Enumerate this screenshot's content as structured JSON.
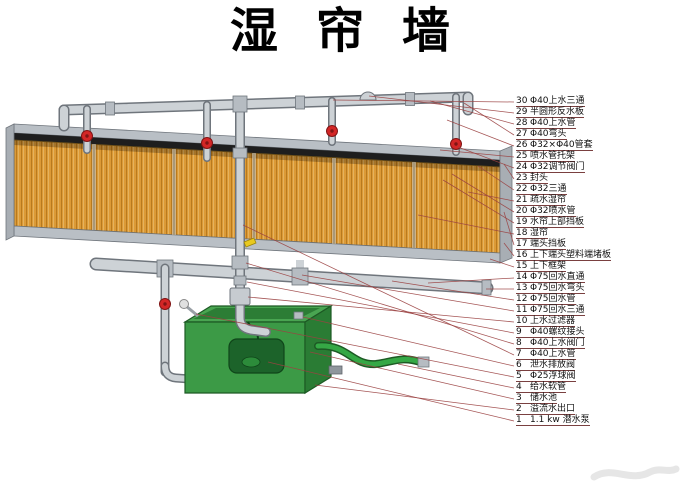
{
  "title": {
    "text": "湿帘墙"
  },
  "parts": [
    {
      "num": "30",
      "name": "Φ40上水三通"
    },
    {
      "num": "29",
      "name": "半圆形反水板"
    },
    {
      "num": "28",
      "name": "Φ40上水管"
    },
    {
      "num": "27",
      "name": "Φ40弯头"
    },
    {
      "num": "26",
      "name": "Φ32×Φ40管套"
    },
    {
      "num": "25",
      "name": "喷水管托架"
    },
    {
      "num": "24",
      "name": "Φ32调节阀门"
    },
    {
      "num": "23",
      "name": "封头"
    },
    {
      "num": "22",
      "name": "Φ32三通"
    },
    {
      "num": "21",
      "name": "疏水湿帘"
    },
    {
      "num": "20",
      "name": "Φ32喷水管"
    },
    {
      "num": "19",
      "name": "水帘上部挡板"
    },
    {
      "num": "18",
      "name": "湿帘"
    },
    {
      "num": "17",
      "name": "端头挡板"
    },
    {
      "num": "16",
      "name": "上下端头塑料端堵板"
    },
    {
      "num": "15",
      "name": "上下框架"
    },
    {
      "num": "14",
      "name": "Φ75回水直通"
    },
    {
      "num": "13",
      "name": "Φ75回水弯头"
    },
    {
      "num": "12",
      "name": "Φ75回水管"
    },
    {
      "num": "11",
      "name": "Φ75回水三通"
    },
    {
      "num": "10",
      "name": "上水过滤器"
    },
    {
      "num": "9",
      "name": "Φ40螺纹接头"
    },
    {
      "num": "8",
      "name": "Φ40上水阀门"
    },
    {
      "num": "7",
      "name": "Φ40上水管"
    },
    {
      "num": "6",
      "name": "泄水排放阀"
    },
    {
      "num": "5",
      "name": "Φ25浮球阀"
    },
    {
      "num": "4",
      "name": "给水软管"
    },
    {
      "num": "3",
      "name": "储水池"
    },
    {
      "num": "2",
      "name": "溢流水出口"
    },
    {
      "num": "1",
      "name": "1.1 kw 潜水泵"
    }
  ],
  "colors": {
    "pad_orange": "#dc9a36",
    "pipe_gray": "#cdd2d6",
    "valve_red": "#d32626",
    "tank_green": "#3c9a46",
    "leader_line": "#9b4242"
  }
}
